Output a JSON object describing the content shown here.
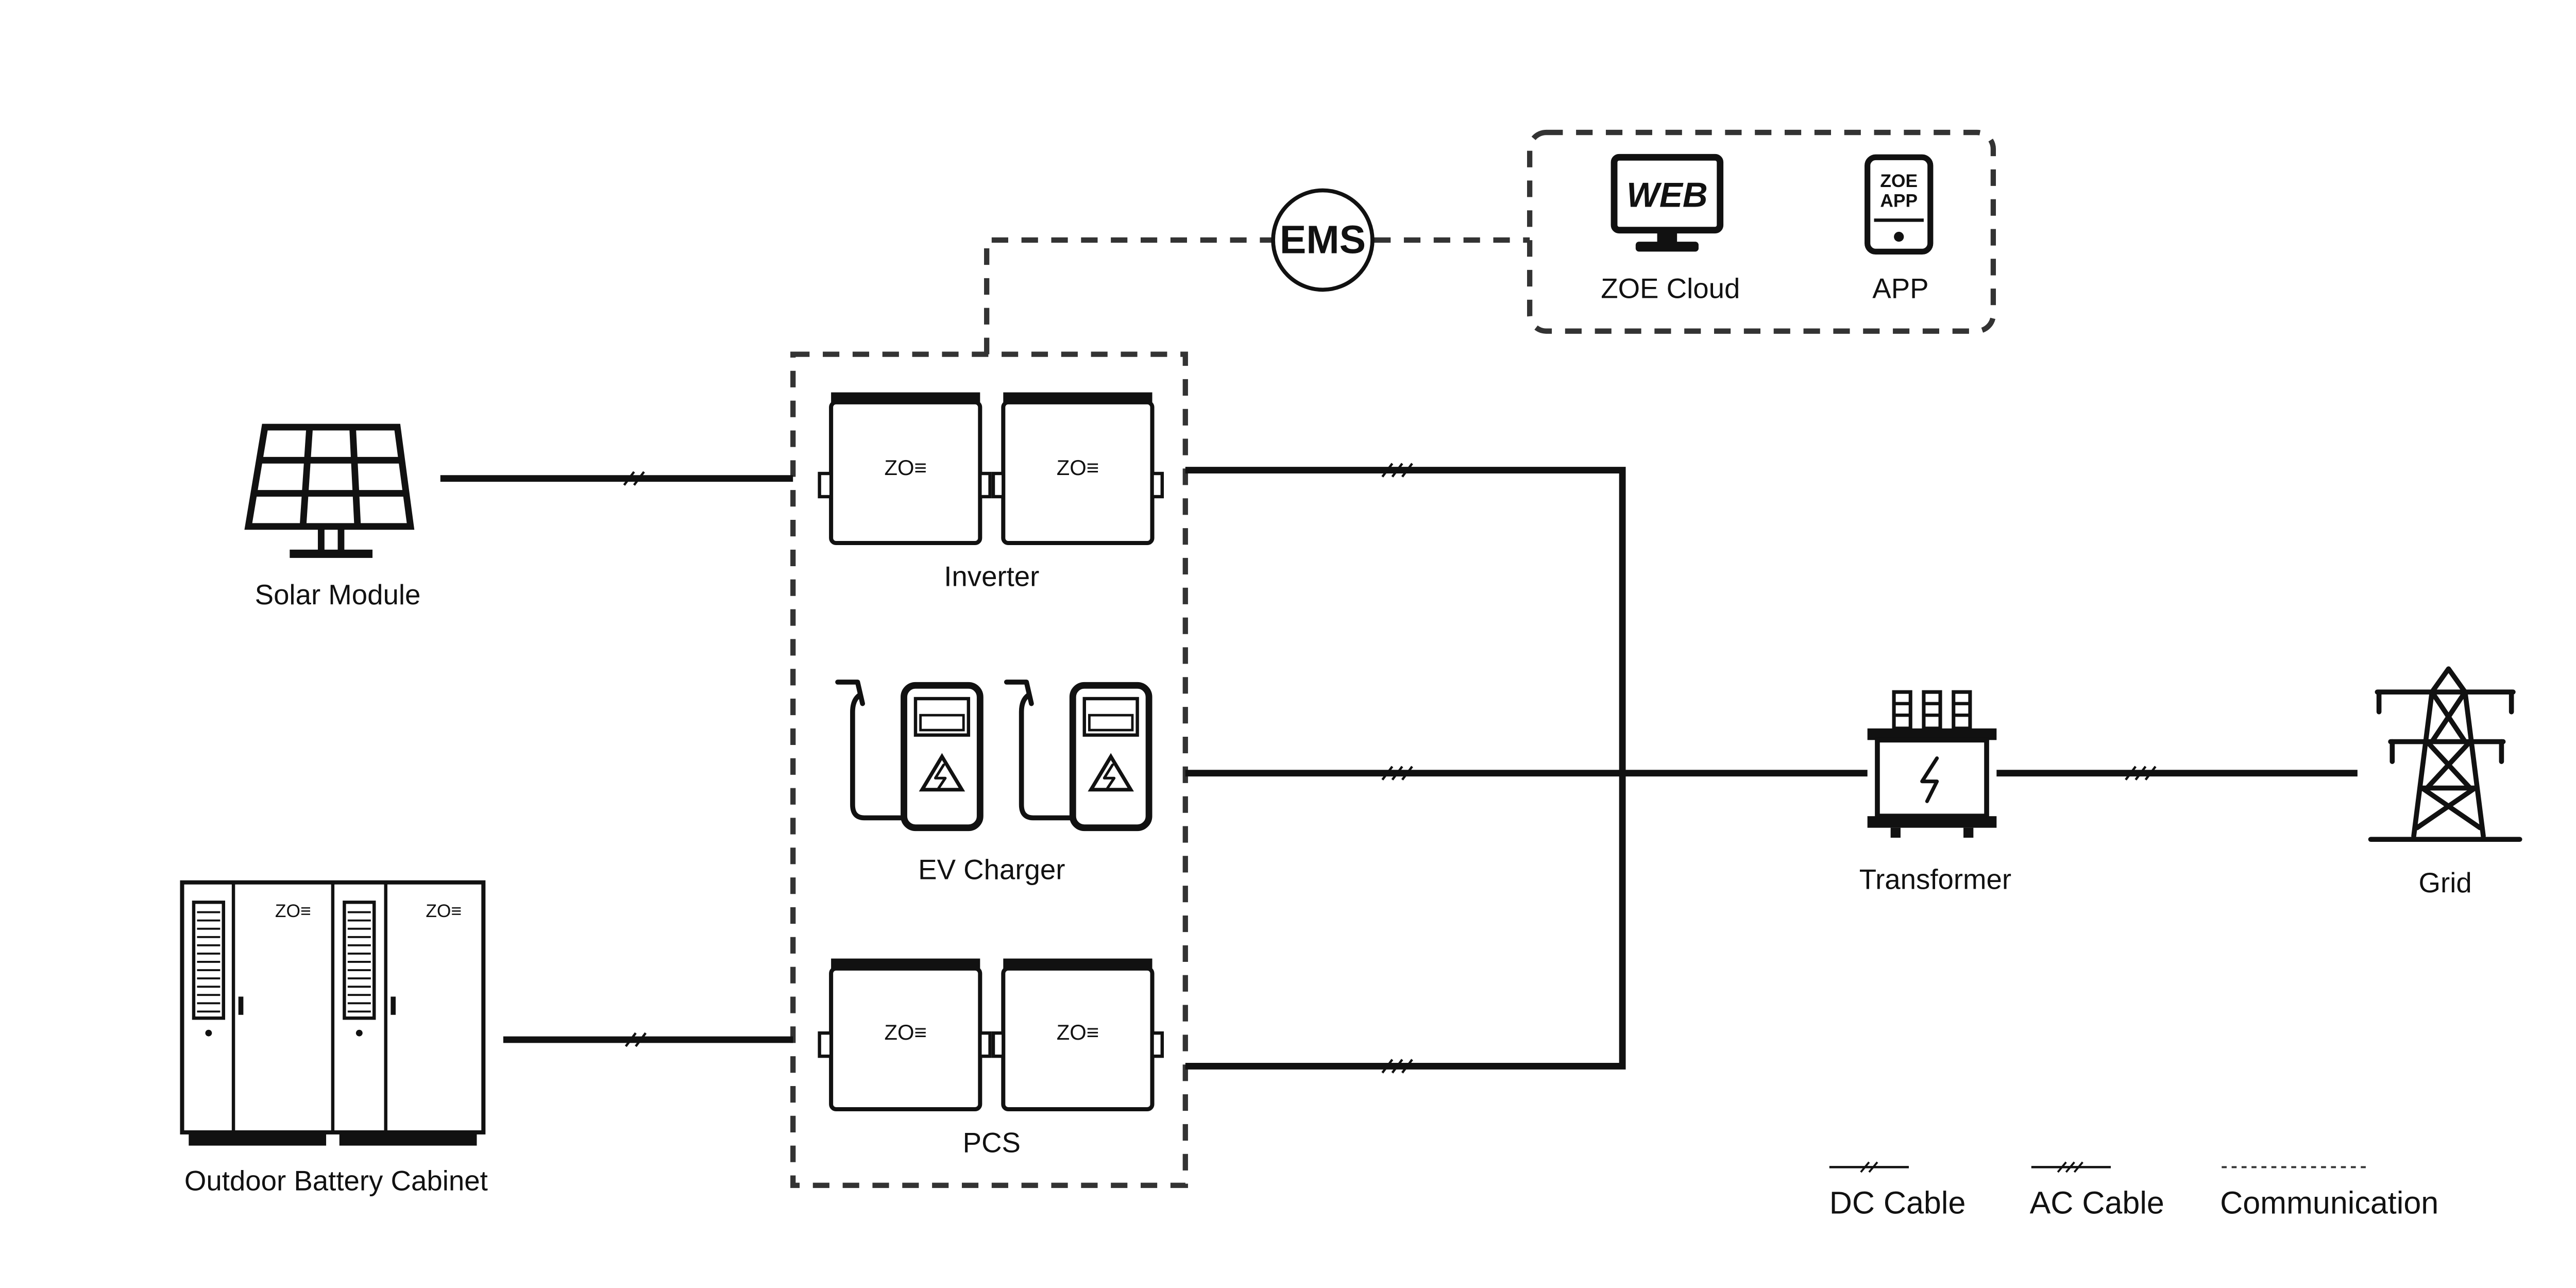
{
  "nodes": {
    "solar": "Solar Module",
    "battery": "Outdoor Battery Cabinet",
    "inverter": "Inverter",
    "ev_charger": "EV Charger",
    "pcs": "PCS",
    "transformer": "Transformer",
    "grid": "Grid",
    "ems": "EMS",
    "cloud": "ZOE Cloud",
    "app": "APP"
  },
  "device_text": {
    "brand": "ZO≡",
    "web_screen": "WEB",
    "app_screen_line1": "ZOE",
    "app_screen_line2": "APP"
  },
  "legend": {
    "dc": "DC Cable",
    "ac": "AC Cable",
    "comm": "Communication"
  },
  "colors": {
    "ink": "#111111",
    "background": "#ffffff"
  }
}
